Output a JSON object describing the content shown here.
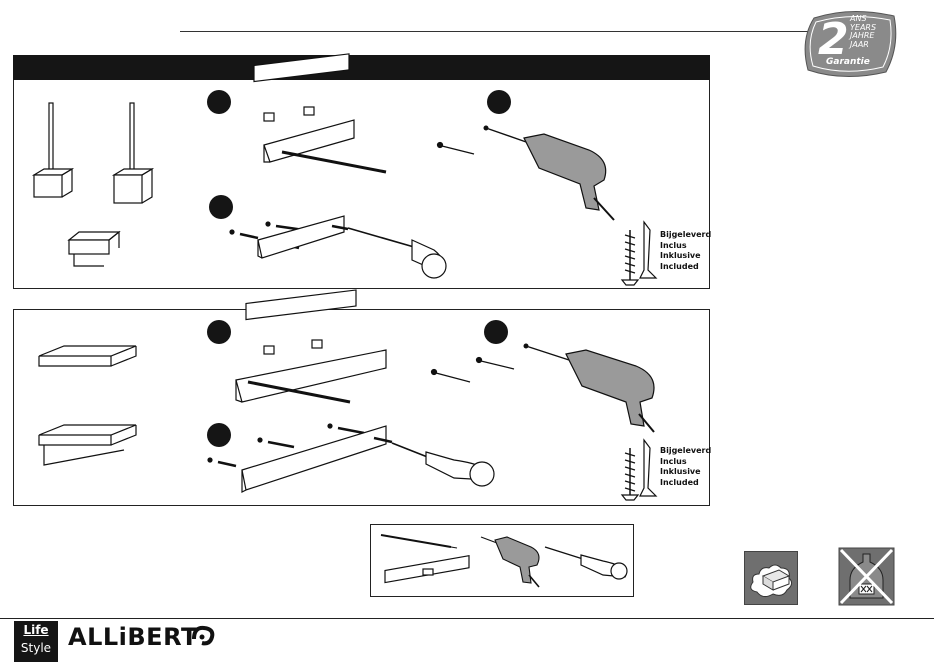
{
  "warranty": {
    "years": "2",
    "lines": [
      "ANS",
      "YEARS",
      "JAHRE",
      "JAAR"
    ],
    "label": "Garantie"
  },
  "included_labels": [
    "Bijgeleverd",
    "Inclus",
    "Inklusive",
    "Included"
  ],
  "logo": {
    "life": "Life",
    "style": "Style",
    "brand": "ALLiBERT"
  },
  "colors": {
    "header_bar": "#151515",
    "badge": "#8a8a8a",
    "care_bg": "#6f6f6f",
    "drill": "#9a9a9a"
  },
  "icons": [
    "drill-icon",
    "screwdriver-icon",
    "spirit-level-icon",
    "pencil-icon",
    "wall-plug-icon",
    "screw-icon",
    "sponge-icon",
    "no-chemicals-icon"
  ]
}
